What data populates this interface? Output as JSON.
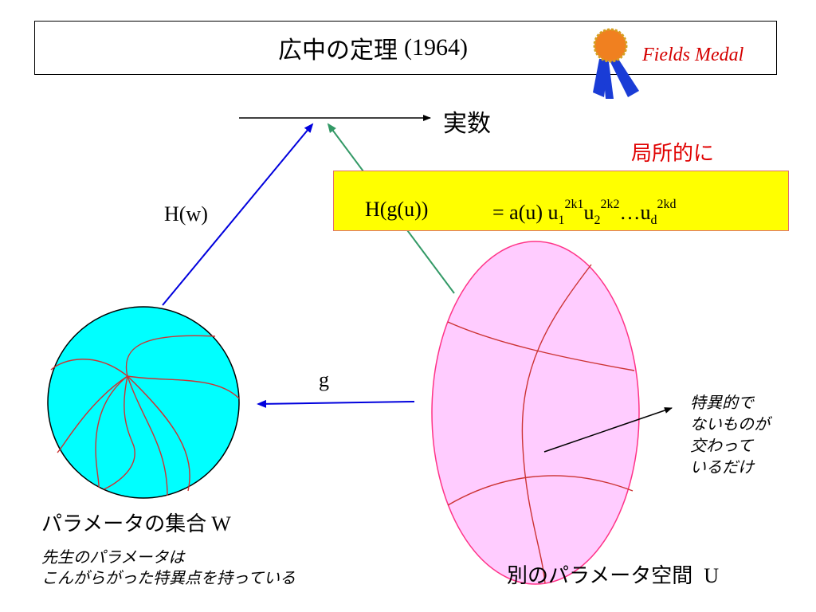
{
  "title": {
    "main": "広中の定理",
    "year": "(1964)",
    "medal_label": "Fields Medal"
  },
  "labels": {
    "real_numbers": "実数",
    "locally": "局所的に",
    "hw": "H(w)",
    "g": "g",
    "formula_lhs": "H(g(u))",
    "formula_rhs_prefix": "= a(u) u",
    "parameter_set": "パラメータの集合",
    "parameter_set_symbol": "W",
    "other_space": "別のパラメータ空間",
    "other_space_symbol": "U"
  },
  "formula_terms": {
    "sub1": "1",
    "sup1": "2k1",
    "u2": "u",
    "sub2": "2",
    "sup2": "2k2",
    "dots": "…u",
    "subd": "d",
    "supd": "2kd"
  },
  "notes": {
    "nonsingular_line1": "特異的で",
    "nonsingular_line2": "ないものが",
    "nonsingular_line3": "交わって",
    "nonsingular_line4": "いるだけ",
    "teacher_line1": "先生のパラメータは",
    "teacher_line2": "こんがらがった特異点を持っている"
  },
  "colors": {
    "circle_fill": "#00ffff",
    "ellipse_fill": "#ffccff",
    "curve": "#cc3333",
    "formula_box": "#ffff00",
    "arrow_blue": "#0000dd",
    "arrow_green": "#339966",
    "accent_red": "#e00000",
    "medal_orange": "#f08020",
    "ribbon_blue": "#1a3cd6"
  }
}
